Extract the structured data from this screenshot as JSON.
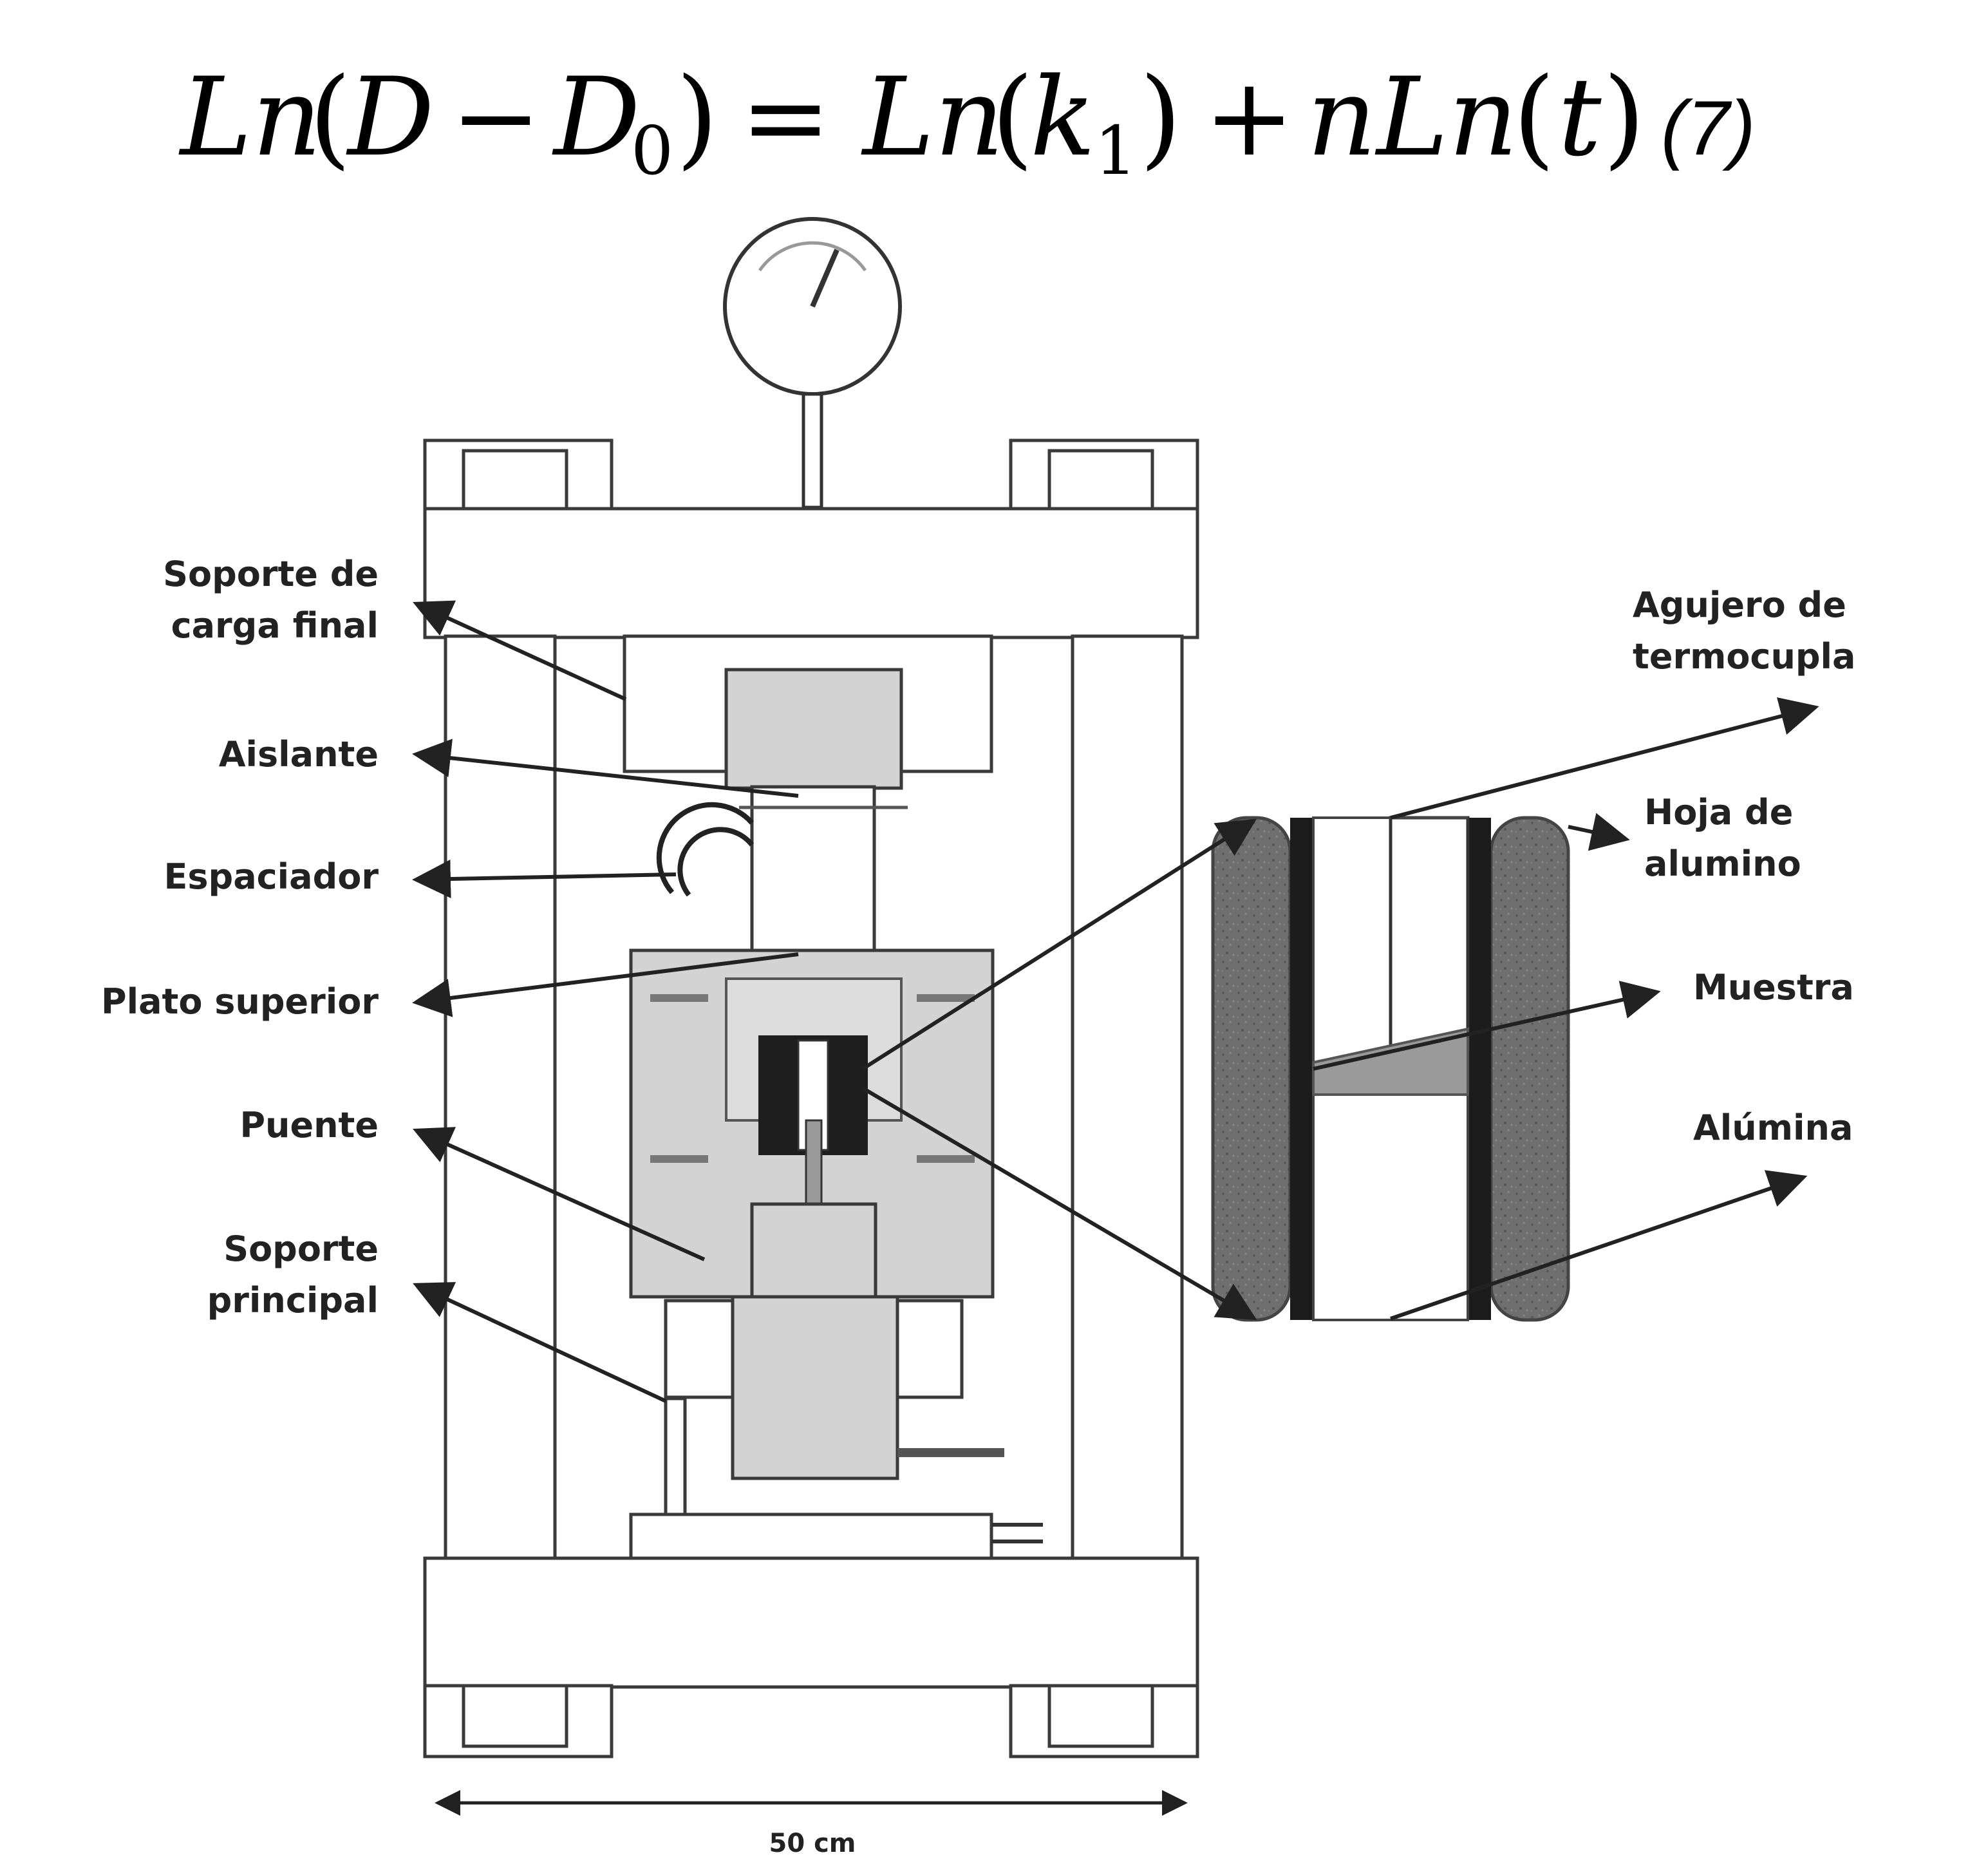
{
  "equation": {
    "lhs_fn": "Ln",
    "lhs_var": "D",
    "minus": "−",
    "lhs_sub_var": "D",
    "lhs_sub_index": "0",
    "eq": "=",
    "k_fn": "Ln",
    "k_var": "k",
    "k_index": "1",
    "plus": "+",
    "n_term": "nLn",
    "t_var": "t",
    "number": "(7)"
  },
  "labels": {
    "soporte_carga_1": "Soporte de",
    "soporte_carga_2": "carga final",
    "aislante": "Aislante",
    "espaciador": "Espaciador",
    "plato_superior": "Plato superior",
    "puente": "Puente",
    "soporte_principal_1": "Soporte",
    "soporte_principal_2": "principal",
    "agujero_1": "Agujero de",
    "agujero_2": "termocupla",
    "hoja_1": "Hoja de",
    "hoja_2": "alumino",
    "muestra": "Muestra",
    "alumina": "Alúmina"
  },
  "dimension": "50 cm"
}
